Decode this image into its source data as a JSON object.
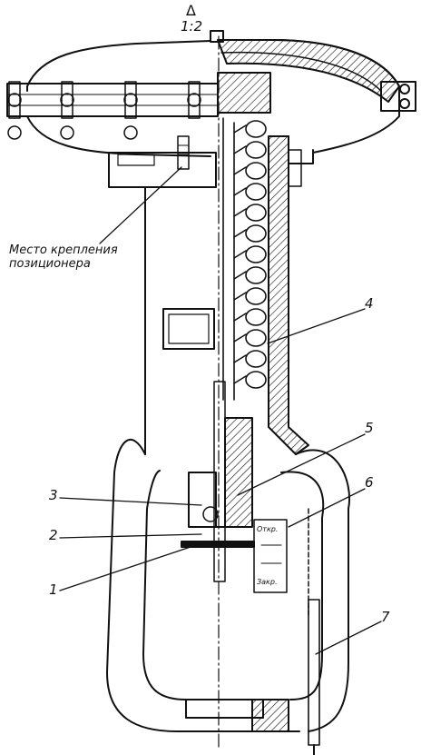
{
  "scale_label": "1:2",
  "arrow_glyph": "Δ",
  "annotation": {
    "line1": "Место крепления",
    "line2": "позиционера"
  },
  "callouts": [
    "1",
    "2",
    "3",
    "4",
    "5",
    "6",
    "7"
  ],
  "scale_marks": {
    "top": "Откр.",
    "bottom": "Закр."
  },
  "ink_color": "#111111"
}
